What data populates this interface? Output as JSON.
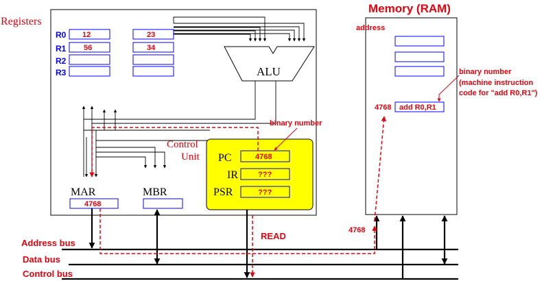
{
  "titles": {
    "registers": "Registers",
    "memory": "Memory (RAM)",
    "control_unit_line1": "Control",
    "control_unit_line2": "Unit"
  },
  "registers": [
    {
      "name": "R0",
      "col1": "12",
      "col2": "23"
    },
    {
      "name": "R1",
      "col1": "56",
      "col2": "34"
    },
    {
      "name": "R2",
      "col1": "",
      "col2": ""
    },
    {
      "name": "R3",
      "col1": "",
      "col2": ""
    }
  ],
  "alu": {
    "label": "ALU"
  },
  "cpu_regs": {
    "mar_label": "MAR",
    "mar_value": "4768",
    "mbr_label": "MBR",
    "mbr_value": ""
  },
  "control_unit": {
    "pc_label": "PC",
    "pc_value": "4768",
    "ir_label": "IR",
    "ir_value": "???",
    "psr_label": "PSR",
    "psr_value": "???"
  },
  "annotations": {
    "binary_number_cpu": "binary number",
    "binary_number_mem": "binary number",
    "machine_instruction_line1": "(machine instruction",
    "machine_instruction_line2": "code for \"add R0,R1\")",
    "read": "READ",
    "address_on_bus": "4768"
  },
  "memory": {
    "address_label": "address",
    "cell_address": "4768",
    "cell_content": "add R0,R1"
  },
  "buses": {
    "address": "Address bus",
    "data": "Data bus",
    "control": "Control bus"
  },
  "colors": {
    "red": "#e8000b",
    "blue": "#0000ff",
    "yellow": "#ffff00",
    "black": "#000000"
  }
}
